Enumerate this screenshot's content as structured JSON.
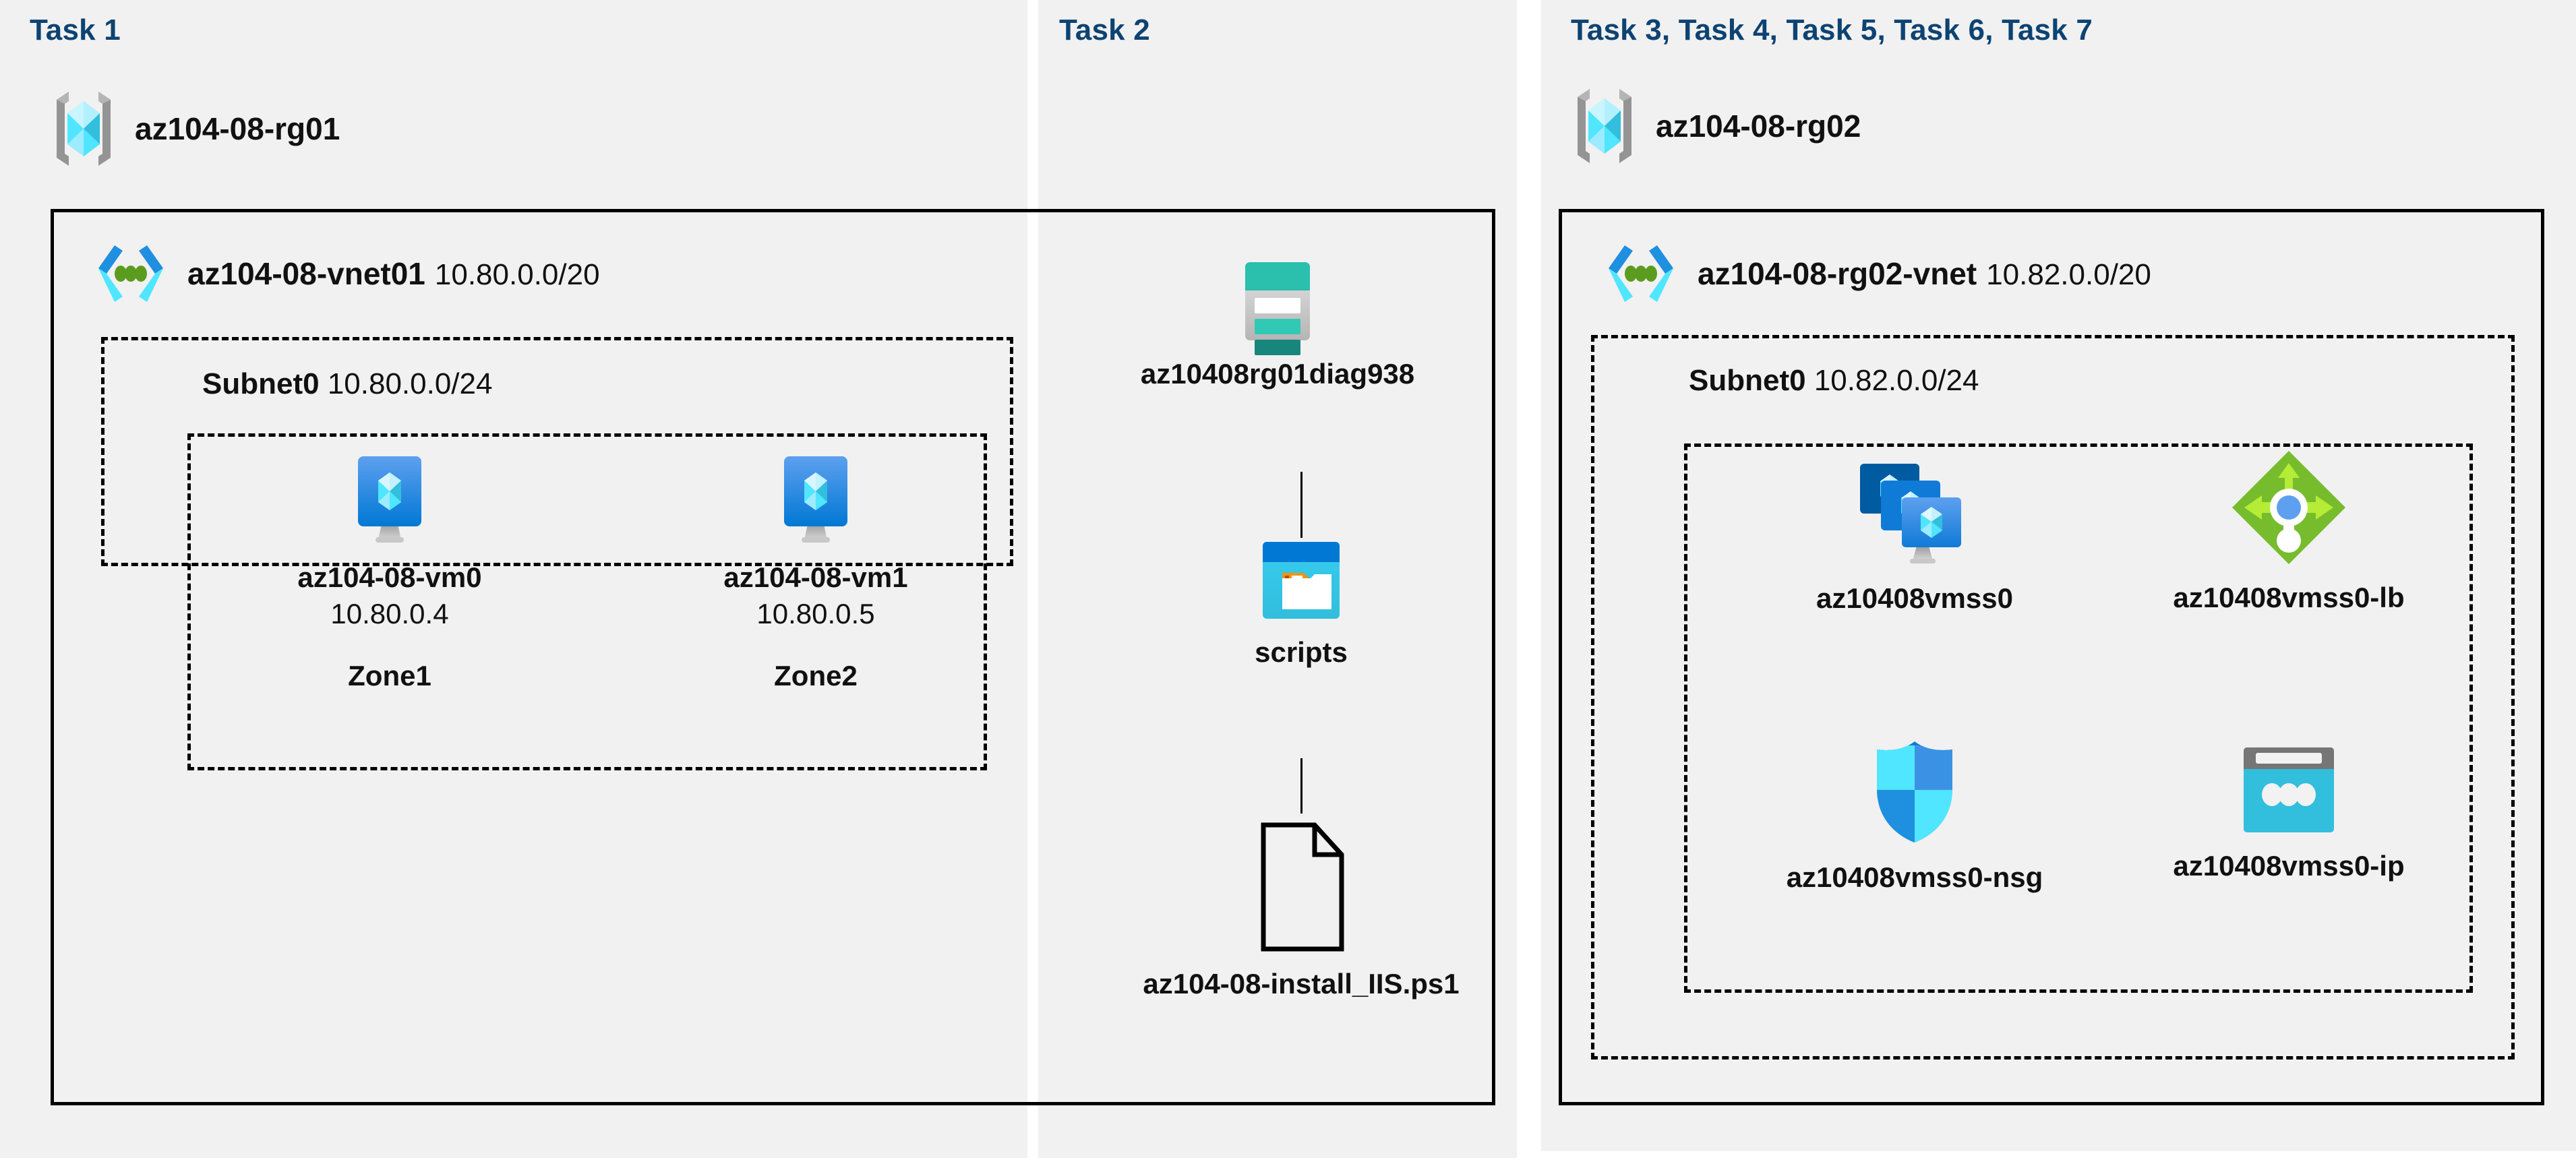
{
  "diagram": {
    "title_color": "#0d4372",
    "panels": [
      {
        "id": "panel-task1",
        "task_label": "Task 1",
        "resource_group": {
          "icon": "resource-group-icon",
          "name": "az104-08-rg01"
        },
        "vnet": {
          "icon": "virtual-network-icon",
          "name": "az104-08-vnet01",
          "cidr": "10.80.0.0/20"
        },
        "subnet": {
          "name": "Subnet0",
          "cidr": "10.80.0.0/24"
        },
        "nodes": [
          {
            "icon": "virtual-machine-icon",
            "label": "az104-08-vm0",
            "ip": "10.80.0.4",
            "zone": "Zone1"
          },
          {
            "icon": "virtual-machine-icon",
            "label": "az104-08-vm1",
            "ip": "10.80.0.5",
            "zone": "Zone2"
          }
        ]
      },
      {
        "id": "panel-task2",
        "task_label": "Task 2",
        "nodes": [
          {
            "icon": "storage-account-icon",
            "label": "az10408rg01diag938"
          },
          {
            "icon": "blob-container-icon",
            "label": "scripts"
          },
          {
            "icon": "file-icon",
            "label": "az104-08-install_IIS.ps1"
          }
        ]
      },
      {
        "id": "panel-task3",
        "task_label": "Task 3, Task 4, Task 5, Task 6, Task 7",
        "resource_group": {
          "icon": "resource-group-icon",
          "name": "az104-08-rg02"
        },
        "vnet": {
          "icon": "virtual-network-icon",
          "name": "az104-08-rg02-vnet",
          "cidr": "10.82.0.0/20"
        },
        "subnet": {
          "name": "Subnet0",
          "cidr": "10.82.0.0/24"
        },
        "nodes": [
          {
            "icon": "vm-scale-set-icon",
            "label": "az10408vmss0"
          },
          {
            "icon": "load-balancer-icon",
            "label": "az10408vmss0-lb"
          },
          {
            "icon": "network-security-group-icon",
            "label": "az10408vmss0-nsg"
          },
          {
            "icon": "public-ip-address-icon",
            "label": "az10408vmss0-ip"
          }
        ]
      }
    ],
    "colors": {
      "panel_bg": "#f1f1f1",
      "border": "#000000",
      "task_text": "#0d4372",
      "azure_blue": "#0078d4",
      "azure_cyan": "#50e6ff",
      "storage_teal": "#2bbfad",
      "lb_green": "#76bc2d",
      "nsg_blue": "#32bedd"
    }
  }
}
